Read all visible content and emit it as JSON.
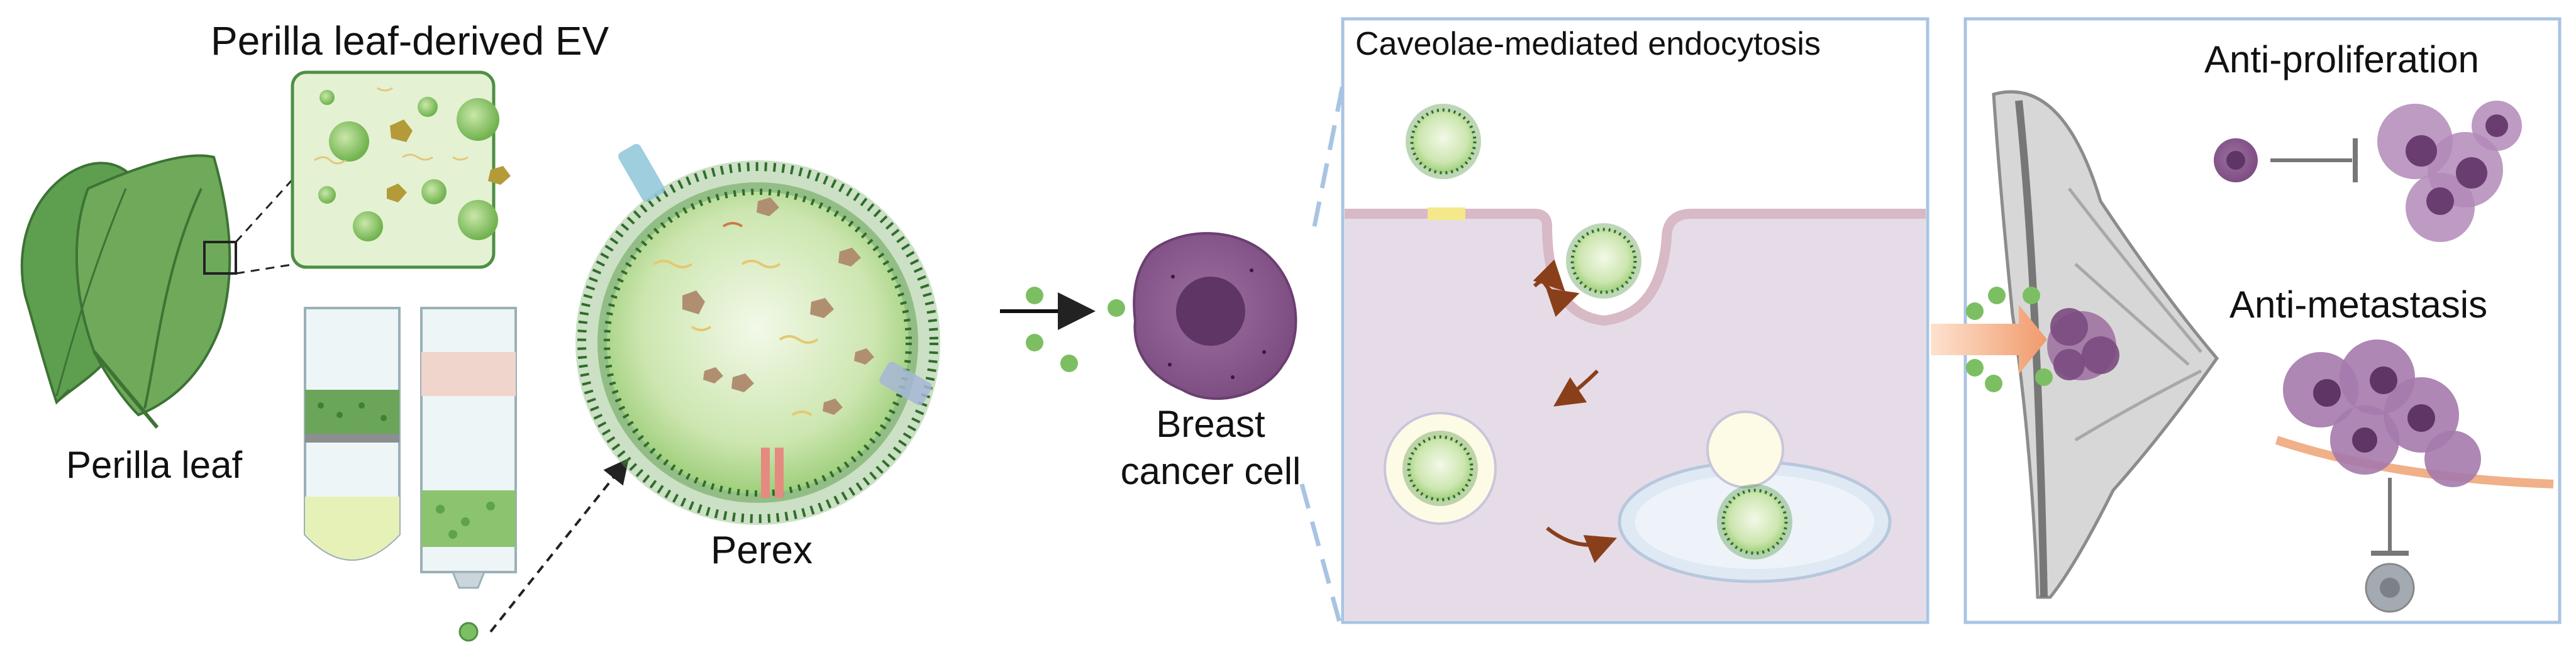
{
  "labels": {
    "perilla_leaf_ev": "Perilla leaf-derived EV",
    "perilla_leaf": "Perilla leaf",
    "perex": "Perex",
    "breast_cancer_cell_line1": "Breast",
    "breast_cancer_cell_line2": "cancer cell",
    "caveolae": "Caveolae-mediated endocytosis",
    "anti_proliferation": "Anti-proliferation",
    "anti_metastasis": "Anti-metastasis"
  },
  "colors": {
    "leaf_dark": "#4f9443",
    "leaf_light": "#7cbf62",
    "ev_green": "#8cc56a",
    "ev_fill": "#d6ecc0",
    "membrane": "#3f8a3c",
    "cancer_purple": "#8a5a8e",
    "cancer_dark": "#5b3561",
    "panel_border": "#a9c4e3",
    "cell_bg": "#e6dce8",
    "arrow_brown": "#8a3f1b",
    "arrow_orange": "#f2a77c"
  },
  "icons": [
    "leaf-icon",
    "column-tube-icon",
    "vesicle-icon",
    "cancer-cell-icon",
    "breast-tissue-icon",
    "inhibition-icon"
  ]
}
